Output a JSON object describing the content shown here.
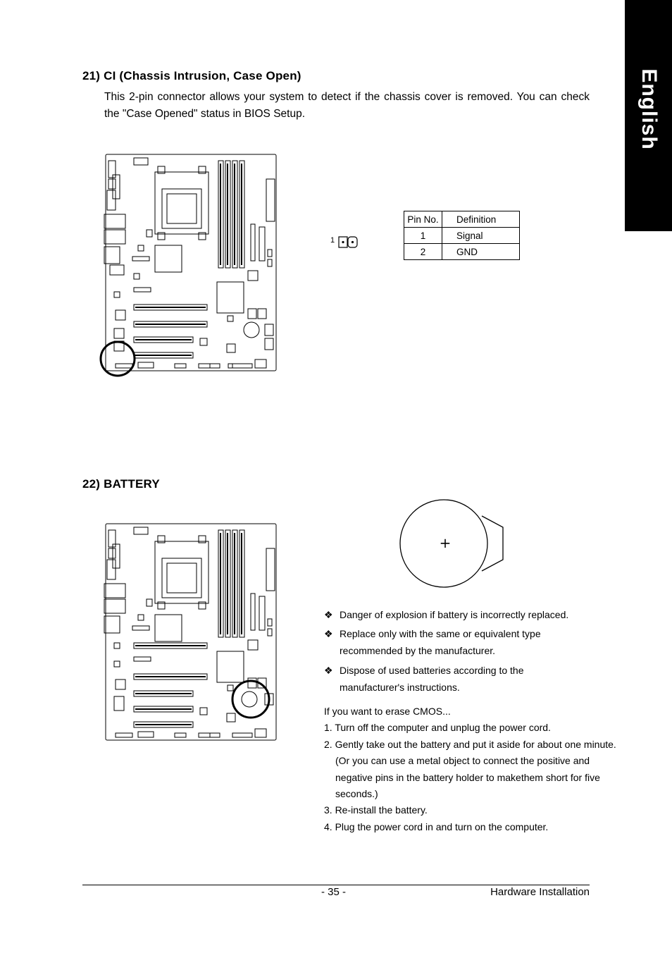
{
  "side_tab": "English",
  "section21": {
    "heading": "21)  CI (Chassis Intrusion, Case Open)",
    "paragraph": "This 2-pin connector allows your system to detect if the chassis cover is removed. You can check the \"Case Opened\"  status in BIOS Setup.",
    "connector_pin_label": "1",
    "table": {
      "headers": [
        "Pin No.",
        "Definition"
      ],
      "rows": [
        [
          "1",
          "Signal"
        ],
        [
          "2",
          "GND"
        ]
      ]
    }
  },
  "section22": {
    "heading": "22)  BATTERY",
    "warnings": [
      "Danger of explosion if battery is incorrectly replaced.",
      "Replace only with the same or equivalent type recommended by the manufacturer.",
      "Dispose of used batteries according to the manufacturer's instructions."
    ],
    "warning_symbol": "❖",
    "battery_symbol": "+",
    "erase_title": "If you want to erase CMOS...",
    "steps": [
      "1.  Turn off the computer and unplug the power cord.",
      "2. Gently take out the battery and put it aside for about one minute.",
      "(Or you can use a  metal object to connect the positive and",
      "negative pins in the battery holder to makethem short for five",
      "seconds.)",
      "3. Re-install the battery.",
      "4. Plug the power cord  in  and turn on the computer."
    ]
  },
  "footer": {
    "page_number": "- 35 -",
    "section_name": "Hardware Installation"
  }
}
